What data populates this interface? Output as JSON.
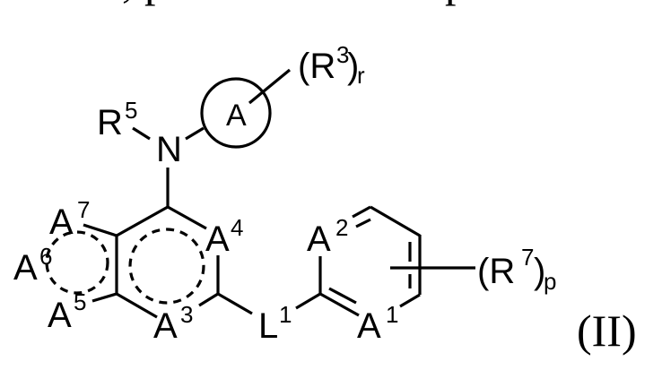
{
  "top_cutoff_text": {
    "left": ", p",
    "right": "p"
  },
  "formula_label": "(II)",
  "atoms": {
    "r5": {
      "symbol": "R",
      "index": "5"
    },
    "n": {
      "symbol": "N"
    },
    "ring_a": {
      "symbol": "A"
    },
    "r3": {
      "open": "(R",
      "index": "3",
      "close": ")",
      "subscript": "r"
    },
    "a7": {
      "symbol": "A",
      "index": "7"
    },
    "a6": {
      "symbol": "A",
      "index": "6"
    },
    "a5": {
      "symbol": "A",
      "index": "5"
    },
    "a4": {
      "symbol": "A",
      "index": "4"
    },
    "a3": {
      "symbol": "A",
      "index": "3"
    },
    "l1": {
      "symbol": "L",
      "index": "1"
    },
    "a2": {
      "symbol": "A",
      "index": "2"
    },
    "a1": {
      "symbol": "A",
      "index": "1"
    },
    "r7": {
      "open": "(R",
      "index": "7",
      "close": ")",
      "subscript": "p"
    }
  },
  "colors": {
    "ink": "#000000",
    "background": "#ffffff"
  }
}
